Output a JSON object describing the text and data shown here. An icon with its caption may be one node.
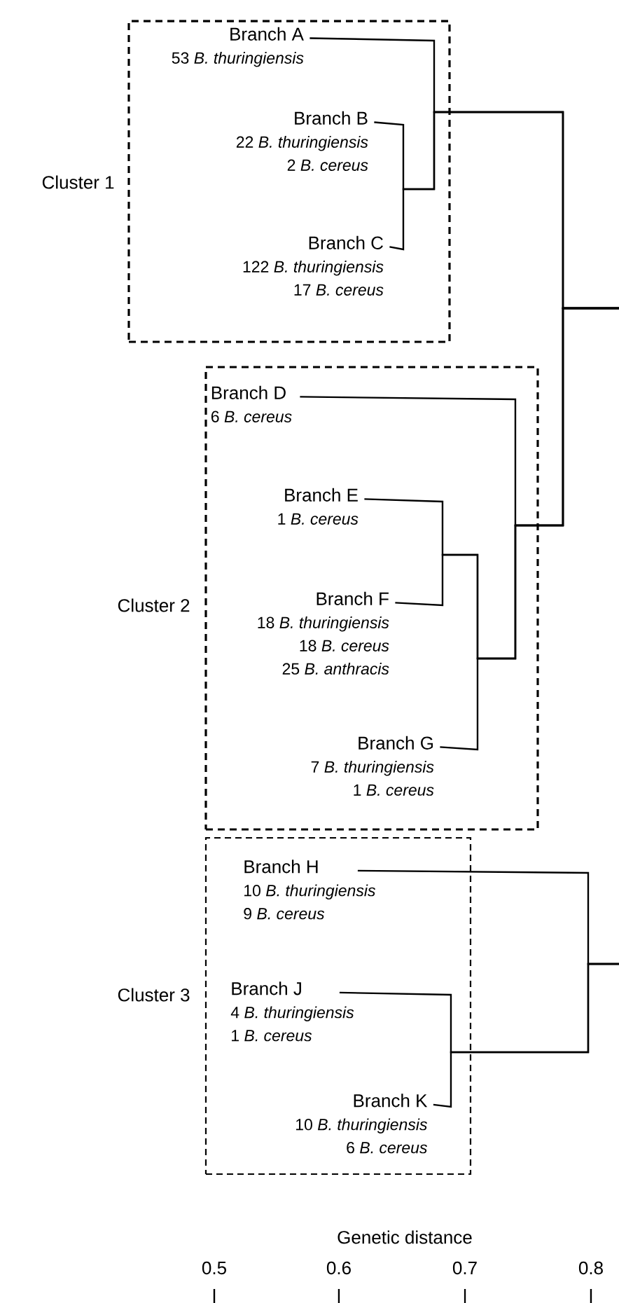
{
  "diagram": {
    "nodes": [
      {
        "text": [
          "Cluster 1"
        ]
      },
      {
        "text": [
          "Branch A",
          "53 *B. thuringiensis*"
        ],
        "in": 0
      },
      {
        "text": [
          "Branch B",
          "22 *B. thuringiensis*",
          "2 *B. cereus*"
        ],
        "in": 0
      },
      {
        "text": [
          "Branch C",
          "122 *B. thuringiensis*",
          "17 *B. cereus*"
        ],
        "in": 0
      },
      {
        "text": [
          "Cluster 2"
        ]
      },
      {
        "text": [
          "Branch D",
          "6 *B. cereus*"
        ],
        "in": 4
      },
      {
        "text": [
          "Branch E",
          "1 *B. cereus*"
        ],
        "in": 4
      },
      {
        "text": [
          "Branch F",
          "18 *B. thuringiensis*",
          "18 *B. cereus*",
          "25 *B. anthracis*"
        ],
        "in": 4
      },
      {
        "text": [
          "Branch G",
          "7 *B. thuringiensis*",
          "1 *B. cereus*"
        ],
        "in": 4
      },
      {
        "text": [
          "Cluster 3"
        ]
      },
      {
        "text": [
          "Branch H",
          "10 *B. thuringiensis*",
          "9 *B. cereus*"
        ],
        "in": 9
      },
      {
        "text": [
          "Branch J",
          "4 *B. thuringiensis*",
          "1 *B. cereus*"
        ],
        "in": 9
      },
      {
        "text": [
          "Branch K",
          "10 *B. thuringiensis*",
          "6 *B. cereus*"
        ],
        "in": 9
      }
    ],
    "edges": [
      {
        "from": 1,
        "to": null,
        "arrow": "none"
      },
      {
        "from": 2,
        "to": null,
        "arrow": "none"
      },
      {
        "from": 3,
        "to": null,
        "arrow": "none"
      },
      {
        "from": 5,
        "to": null,
        "arrow": "none"
      },
      {
        "from": 6,
        "to": null,
        "arrow": "none"
      },
      {
        "from": 7,
        "to": null,
        "arrow": "none"
      },
      {
        "from": 8,
        "to": null,
        "arrow": "none"
      },
      {
        "from": 10,
        "to": null,
        "arrow": "none"
      },
      {
        "from": 11,
        "to": null,
        "arrow": "none"
      },
      {
        "from": 12,
        "to": null,
        "arrow": "none"
      }
    ],
    "labels": [
      "Genetic distance",
      "0.5",
      "0.6",
      "0.7",
      "0.8"
    ]
  }
}
